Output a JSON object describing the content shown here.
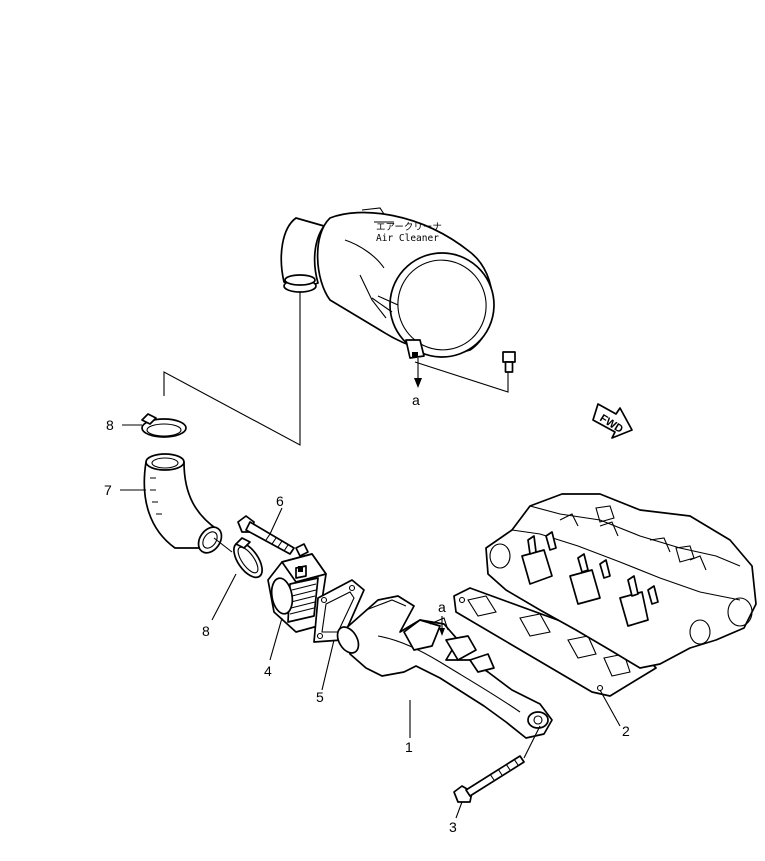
{
  "callouts": {
    "p1": "1",
    "p2": "2",
    "p3": "3",
    "p4": "4",
    "p5": "5",
    "p6": "6",
    "p7": "7",
    "p8_top": "8",
    "p8_bottom": "8",
    "ref_a_top": "a",
    "ref_a_bottom": "a"
  },
  "air_cleaner": {
    "label_jp": "エアークリーナ",
    "label_en": "Air Cleaner"
  },
  "direction_arrow": {
    "label": "FWD"
  }
}
